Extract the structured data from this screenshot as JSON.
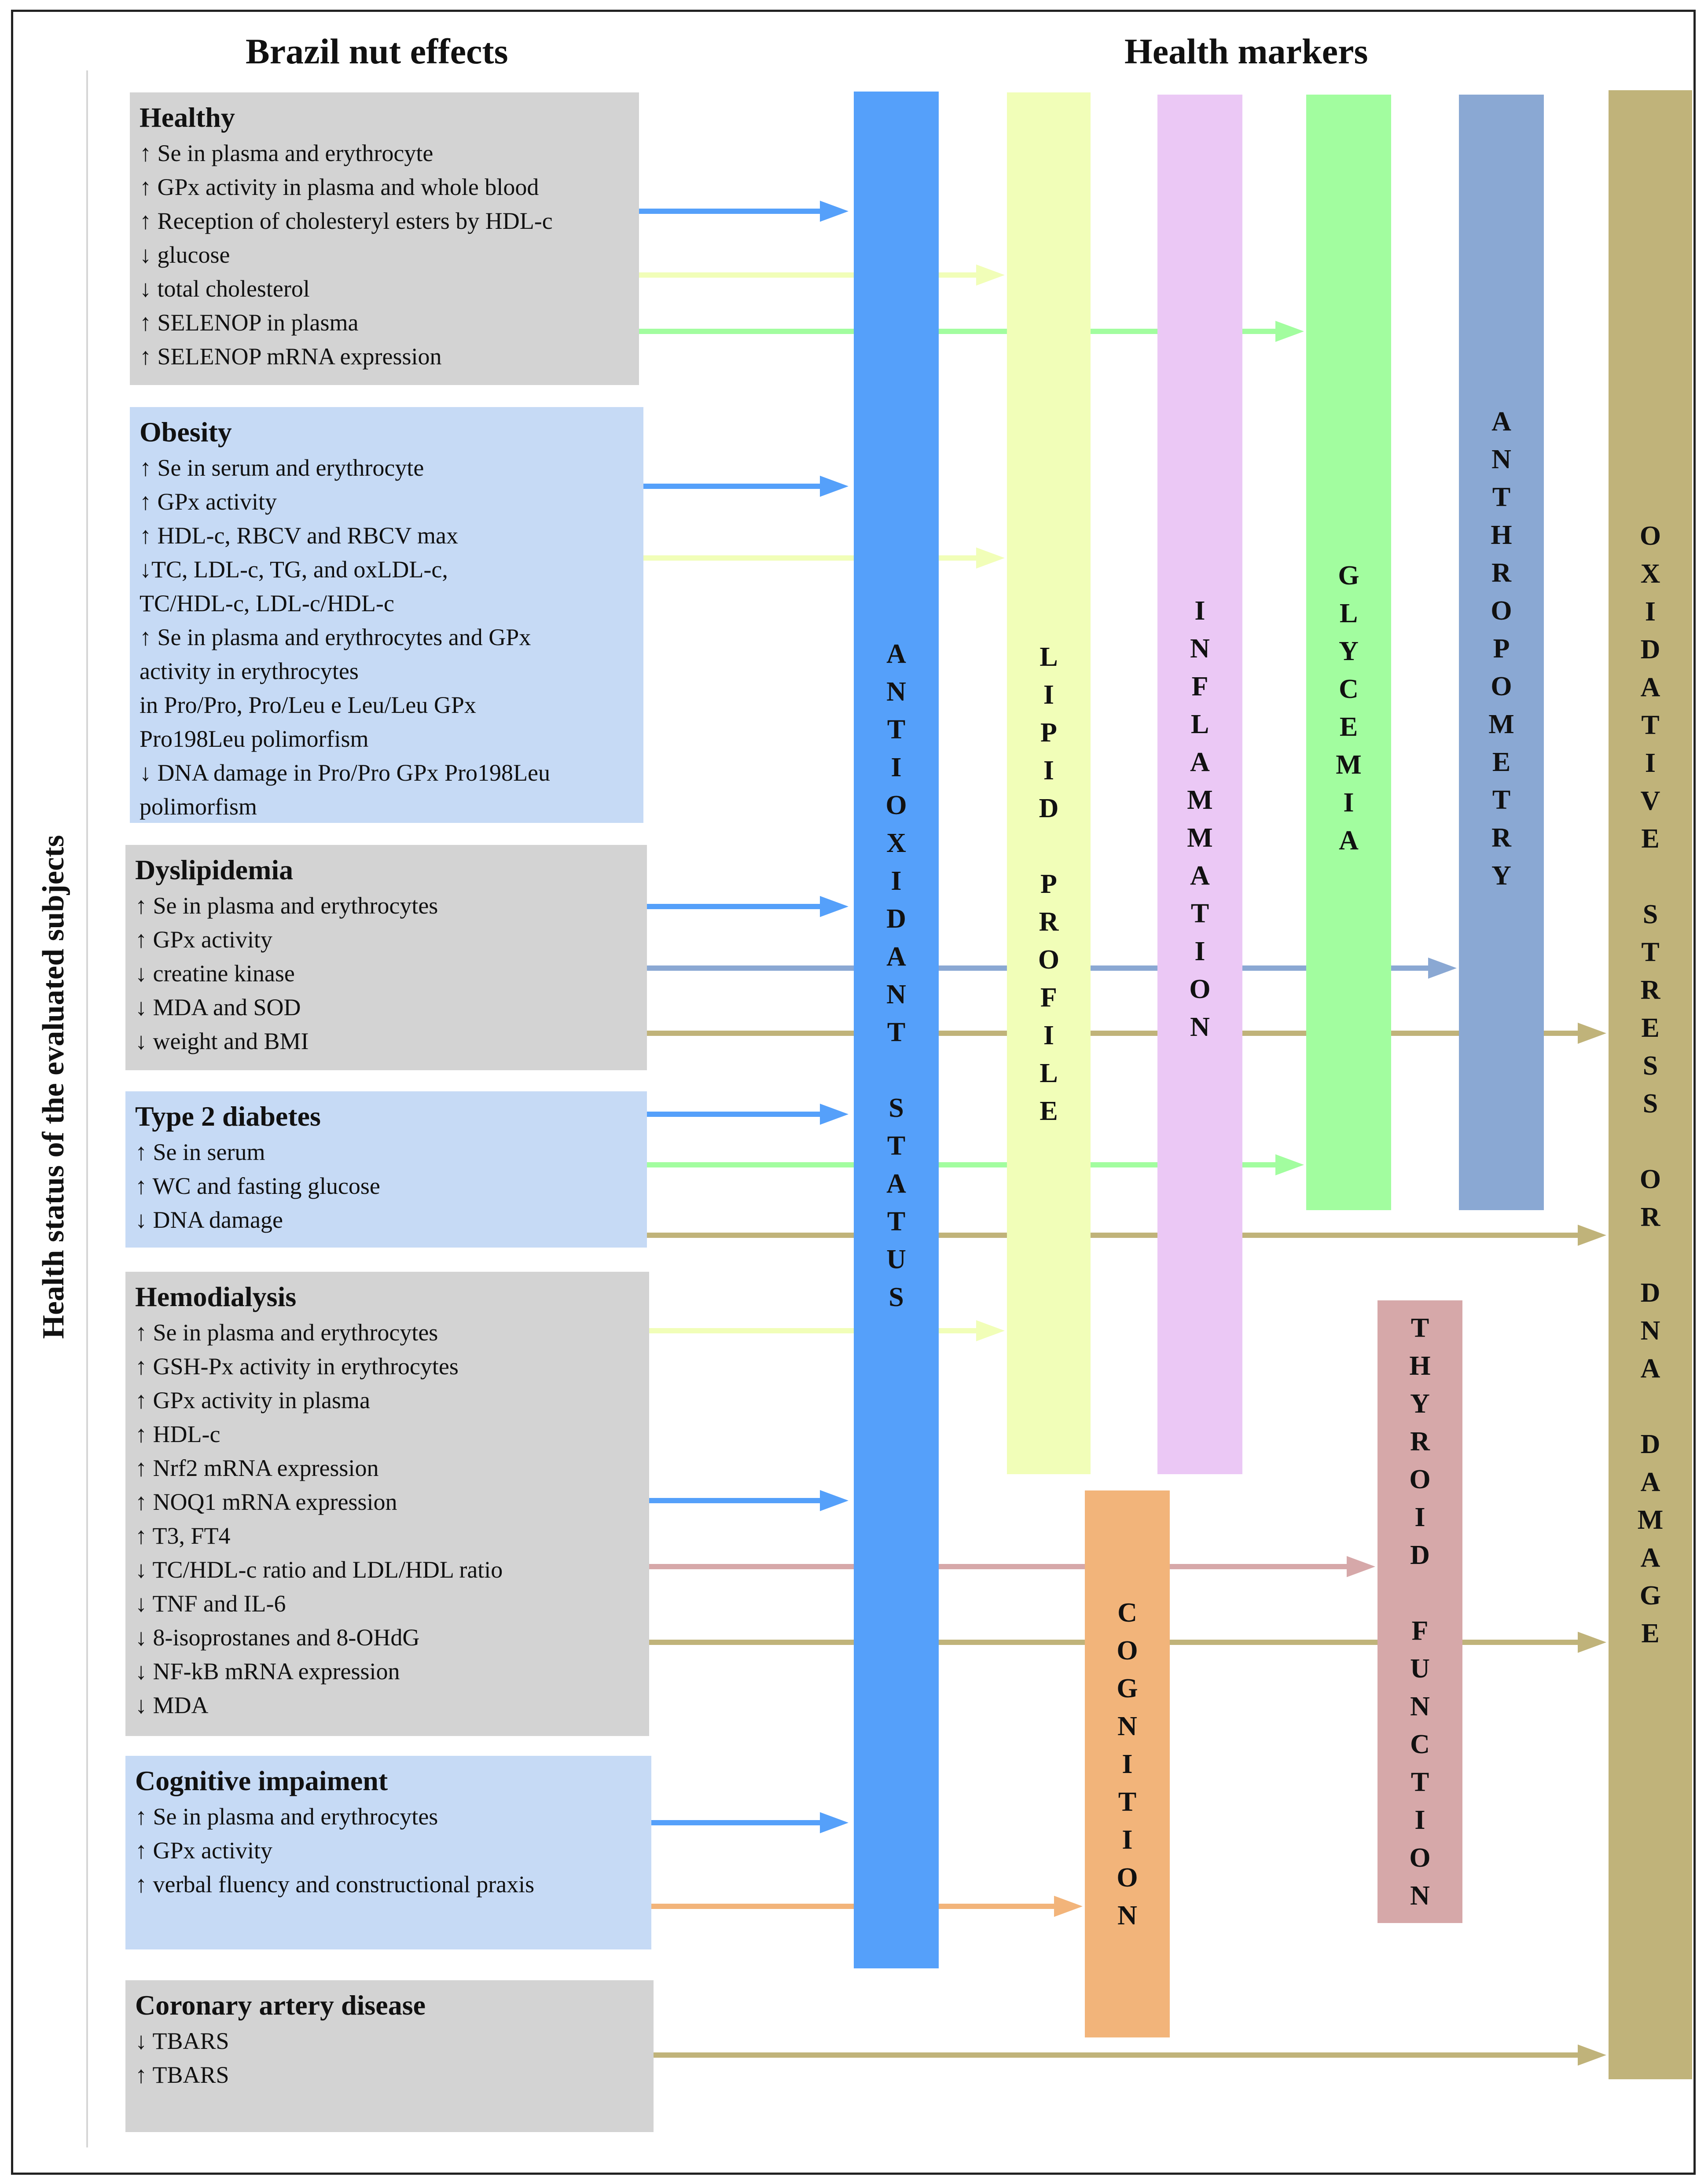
{
  "headers": {
    "left": "Brazil nut effects",
    "right": "Health markers",
    "vertical": "Health status of the evaluated subjects"
  },
  "colors": {
    "antioxidant": "#55a0fa",
    "lipid": "#f1feb8",
    "inflammation": "#ebc8f5",
    "glycemia": "#a2fd9f",
    "anthropometry": "#8aa8d3",
    "oxidative": "#c0b37a",
    "thyroid": "#d6a8a9",
    "cognition": "#f2b47a",
    "box_gray": "#d3d3d3",
    "box_blue": "#c6daf5"
  },
  "groups": [
    {
      "title": "Healthy",
      "lines": [
        "↑ Se in plasma and erythrocyte",
        "↑ GPx activity in plasma and whole blood",
        "↑ Reception of cholesteryl esters by HDL-c",
        "↓ glucose",
        "↓ total cholesterol",
        "↑ SELENOP in plasma",
        "↑ SELENOP mRNA expression"
      ]
    },
    {
      "title": "Obesity",
      "lines": [
        "↑  Se in serum and erythrocyte",
        "↑  GPx activity",
        "↑  HDL-c, RBCV and RBCV max",
        "↓TC, LDL-c, TG, and oxLDL-c,",
        "TC/HDL-c, LDL-c/HDL-c",
        "↑  Se in plasma and erythrocytes and GPx",
        "activity in erythrocytes",
        "in Pro/Pro, Pro/Leu e Leu/Leu GPx",
        "Pro198Leu polimorfism",
        "↓ DNA damage in Pro/Pro GPx Pro198Leu",
        "polimorfism"
      ]
    },
    {
      "title": "Dyslipidemia",
      "lines": [
        "↑ Se in plasma and erythrocytes",
        "↑ GPx activity",
        "↓ creatine kinase",
        "↓ MDA and SOD",
        "↓ weight and BMI"
      ]
    },
    {
      "title": "Type 2 diabetes",
      "lines": [
        "↑ Se in serum",
        "↑ WC and fasting glucose",
        "↓ DNA damage"
      ]
    },
    {
      "title": "Hemodialysis",
      "lines": [
        "↑ Se in plasma and erythrocytes",
        "↑ GSH-Px activity in erythrocytes",
        "↑ GPx activity in plasma",
        "↑ HDL-c",
        "↑ Nrf2 mRNA expression",
        "↑ NOQ1 mRNA expression",
        "↑ T3, FT4",
        "↓  TC/HDL-c ratio and LDL/HDL ratio",
        "↓  TNF and IL-6",
        "↓  8-isoprostanes and 8-OHdG",
        "↓  NF-kB mRNA expression",
        "↓  MDA"
      ]
    },
    {
      "title": "Cognitive impaiment",
      "lines": [
        "↑  Se in plasma and erythrocytes",
        "↑  GPx activity",
        "↑  verbal fluency and constructional praxis"
      ]
    },
    {
      "title": "Coronary artery disease",
      "lines": [
        "↓ TBARS",
        "↑ TBARS"
      ]
    }
  ],
  "markers": {
    "antioxidant": "ANTIOXIDANT STATUS",
    "lipid": "LIPID PROFILE",
    "inflammation": "INFLAMMATION",
    "glycemia": "GLYCEMIA",
    "anthropometry": "ANTHROPOMETRY",
    "oxidative": "OXIDATIVE STRESS OR DNA DAMAGE",
    "thyroid": "THYROID FUNCTION",
    "cognition": "COGNITION"
  },
  "links": [
    {
      "from": "Healthy",
      "to": "antioxidant"
    },
    {
      "from": "Healthy",
      "to": "lipid"
    },
    {
      "from": "Healthy",
      "to": "glycemia"
    },
    {
      "from": "Obesity",
      "to": "antioxidant"
    },
    {
      "from": "Obesity",
      "to": "lipid"
    },
    {
      "from": "Dyslipidemia",
      "to": "antioxidant"
    },
    {
      "from": "Dyslipidemia",
      "to": "anthropometry"
    },
    {
      "from": "Dyslipidemia",
      "to": "oxidative"
    },
    {
      "from": "Type 2 diabetes",
      "to": "antioxidant"
    },
    {
      "from": "Type 2 diabetes",
      "to": "glycemia"
    },
    {
      "from": "Type 2 diabetes",
      "to": "oxidative"
    },
    {
      "from": "Hemodialysis",
      "to": "lipid"
    },
    {
      "from": "Hemodialysis",
      "to": "antioxidant"
    },
    {
      "from": "Hemodialysis",
      "to": "thyroid"
    },
    {
      "from": "Hemodialysis",
      "to": "oxidative"
    },
    {
      "from": "Cognitive impaiment",
      "to": "antioxidant"
    },
    {
      "from": "Cognitive impaiment",
      "to": "cognition"
    },
    {
      "from": "Coronary artery disease",
      "to": "oxidative"
    }
  ]
}
